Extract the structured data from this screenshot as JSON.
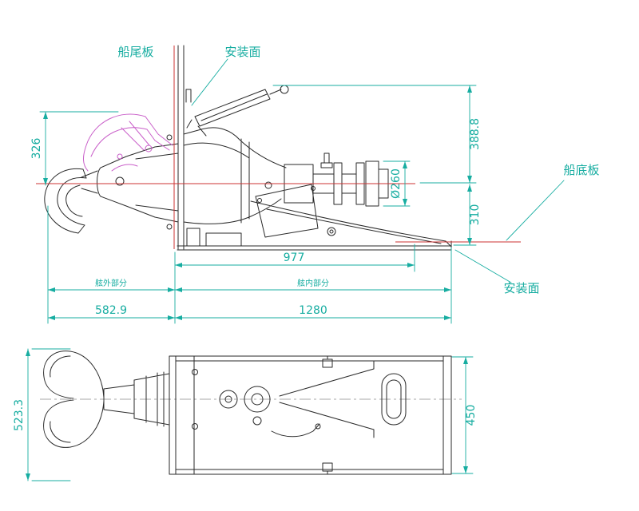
{
  "drawing": {
    "title": "water-jet-propulsion-unit-drawing",
    "colors": {
      "dimension": "#17ada1",
      "outline": "#2a2a2a",
      "datum_red": "#cc3333",
      "mechanism_magenta": "#c95fc9"
    },
    "labels": {
      "stern_board": "船尾板",
      "mount_face_top": "安装面",
      "hull_bottom_plate": "船底板",
      "mount_face_bottom": "安装面",
      "outboard_part": "舷外部分",
      "inboard_part": "舷内部分"
    },
    "dimensions": {
      "bucket_height": "326",
      "height_above_center": "388.8",
      "flange_diameter": "Ø260",
      "center_to_hull_bottom": "310",
      "inboard_duct_length": "977",
      "outboard_length": "582.9",
      "inboard_overall_length": "1280",
      "overall_width": "523.3",
      "housing_width": "450"
    }
  }
}
